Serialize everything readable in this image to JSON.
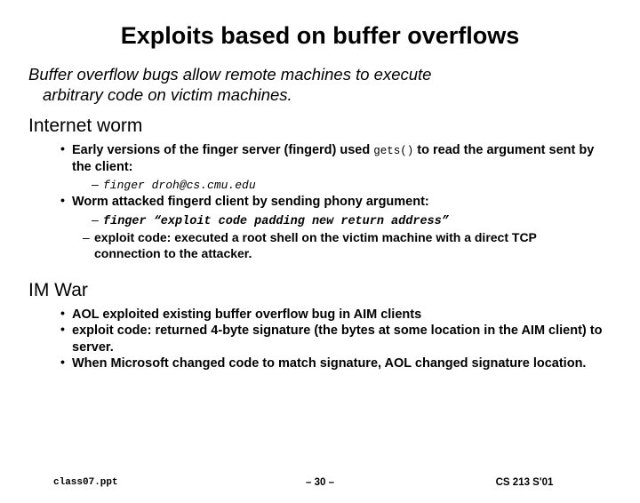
{
  "slide": {
    "title": "Exploits based on buffer overflows",
    "lead_line1": "Buffer overflow bugs allow remote machines to execute",
    "lead_line2": "arbitrary code on victim machines.",
    "sections": [
      {
        "heading": "Internet worm",
        "bullets": [
          {
            "text_before": "Early versions of the finger server (fingerd) used ",
            "code": "gets()",
            "text_after": " to read the argument sent by the client:",
            "sub": [
              {
                "code_italic": "finger droh@cs.cmu.edu"
              }
            ]
          },
          {
            "text_before": "Worm attacked fingerd client by sending phony argument:",
            "code": "",
            "text_after": "",
            "sub": [
              {
                "code_italic": "finger “exploit code   padding   new return address”"
              },
              {
                "plain": "exploit code: executed a root shell on the victim machine with a direct TCP connection to the attacker."
              }
            ]
          }
        ]
      },
      {
        "heading": "IM War",
        "bullets": [
          {
            "text_before": "AOL exploited existing buffer overflow bug in AIM clients"
          },
          {
            "text_before": "exploit code: returned 4-byte signature (the bytes at some location in the AIM client) to server."
          },
          {
            "text_before": "When Microsoft changed code to match signature, AOL changed signature location."
          }
        ]
      }
    ]
  },
  "footer": {
    "left": "class07.ppt",
    "center": "– 30 –",
    "right": "CS 213 S'01"
  }
}
